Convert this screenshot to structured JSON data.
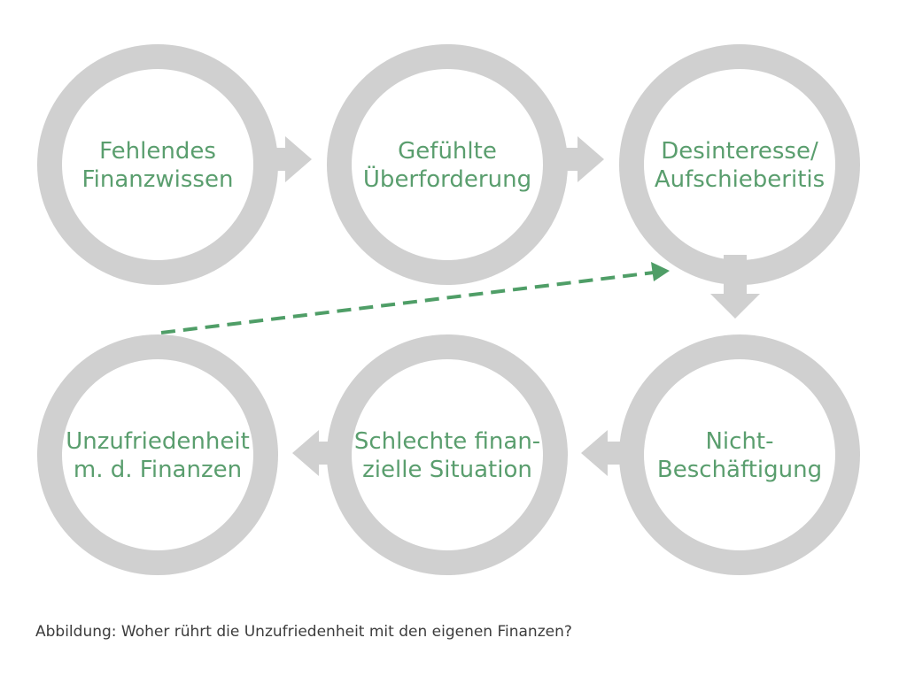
{
  "colors": {
    "ring": "#d0d0d0",
    "text": "#5a9e6e",
    "dashed_arrow": "#4f9e67",
    "caption": "#3c3c3c",
    "background": "#ffffff"
  },
  "nodes": [
    {
      "id": "fehlendes-finanzwissen",
      "lines": [
        "Fehlendes",
        "Finanzwissen"
      ]
    },
    {
      "id": "gefuehlte-ueberforderung",
      "lines": [
        "Gefühlte",
        "Überforderung"
      ]
    },
    {
      "id": "desinteresse-aufschieberitis",
      "lines": [
        "Desinteresse/",
        "Aufschieberitis"
      ]
    },
    {
      "id": "nicht-beschaeftigung",
      "lines": [
        "Nicht-",
        "Beschäftigung"
      ]
    },
    {
      "id": "schlechte-finanzielle-situation",
      "lines": [
        "Schlechte finan-",
        "zielle Situation"
      ]
    },
    {
      "id": "unzufriedenheit-finanzen",
      "lines": [
        "Unzufriedenheit",
        "m. d. Finanzen"
      ]
    }
  ],
  "caption": "Abbildung: Woher rührt die Unzufriedenheit mit den eigenen Finanzen?"
}
